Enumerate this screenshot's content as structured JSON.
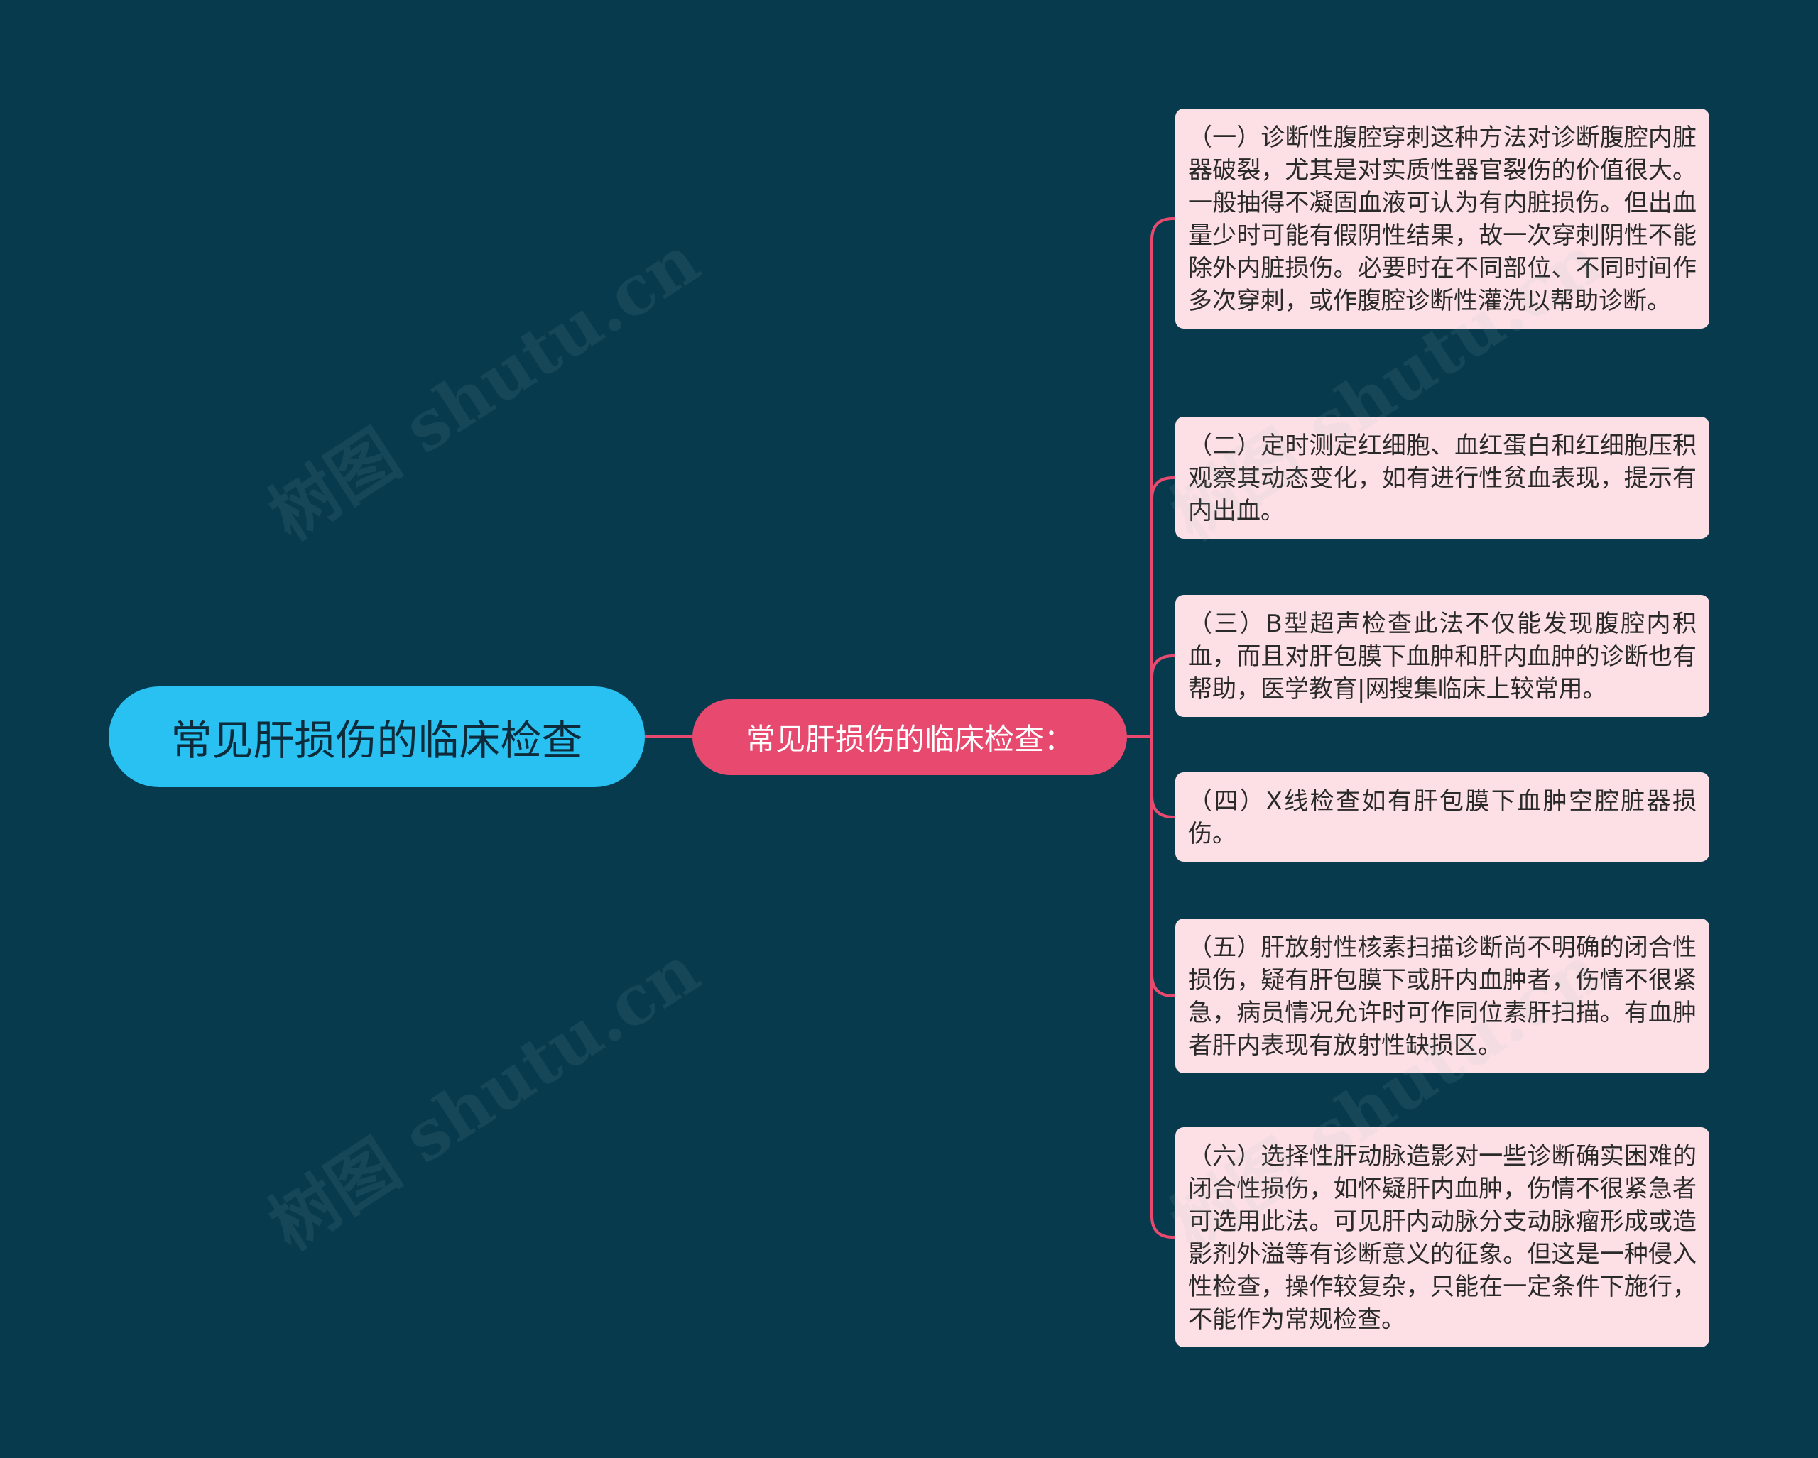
{
  "root": {
    "label": "常见肝损伤的临床检查"
  },
  "hub": {
    "label": "常见肝损伤的临床检查："
  },
  "items": [
    {
      "text": "（一）诊断性腹腔穿刺这种方法对诊断腹腔内脏器破裂，尤其是对实质性器官裂伤的价值很大。一般抽得不凝固血液可认为有内脏损伤。但出血量少时可能有假阴性结果，故一次穿刺阴性不能除外内脏损伤。必要时在不同部位、不同时间作多次穿刺，或作腹腔诊断性灌洗以帮助诊断。"
    },
    {
      "text": "（二）定时测定红细胞、血红蛋白和红细胞压积观察其动态变化，如有进行性贫血表现，提示有内出血。"
    },
    {
      "text": "（三）B型超声检查此法不仅能发现腹腔内积血，而且对肝包膜下血肿和肝内血肿的诊断也有帮助，医学教育|网搜集临床上较常用。"
    },
    {
      "text": "（四）X线检查如有肝包膜下血肿空腔脏器损伤。"
    },
    {
      "text": "（五）肝放射性核素扫描诊断尚不明确的闭合性损伤，疑有肝包膜下或肝内血肿者，伤情不很紧急，病员情况允许时可作同位素肝扫描。有血肿者肝内表现有放射性缺损区。"
    },
    {
      "text": "（六）选择性肝动脉造影对一些诊断确实困难的闭合性损伤，如怀疑肝内血肿，伤情不很紧急者可选用此法。可见肝内动脉分支动脉瘤形成或造影剂外溢等有诊断意义的征象。但这是一种侵入性检查，操作较复杂，只能在一定条件下施行，不能作为常规检查。"
    }
  ],
  "watermark": {
    "text": "树图 shutu.cn"
  },
  "colors": {
    "background": "#073a4d",
    "root": "#29c0f2",
    "hub": "#e84a6f",
    "leaf": "#fde0e6",
    "connector": "#e84a6f"
  }
}
